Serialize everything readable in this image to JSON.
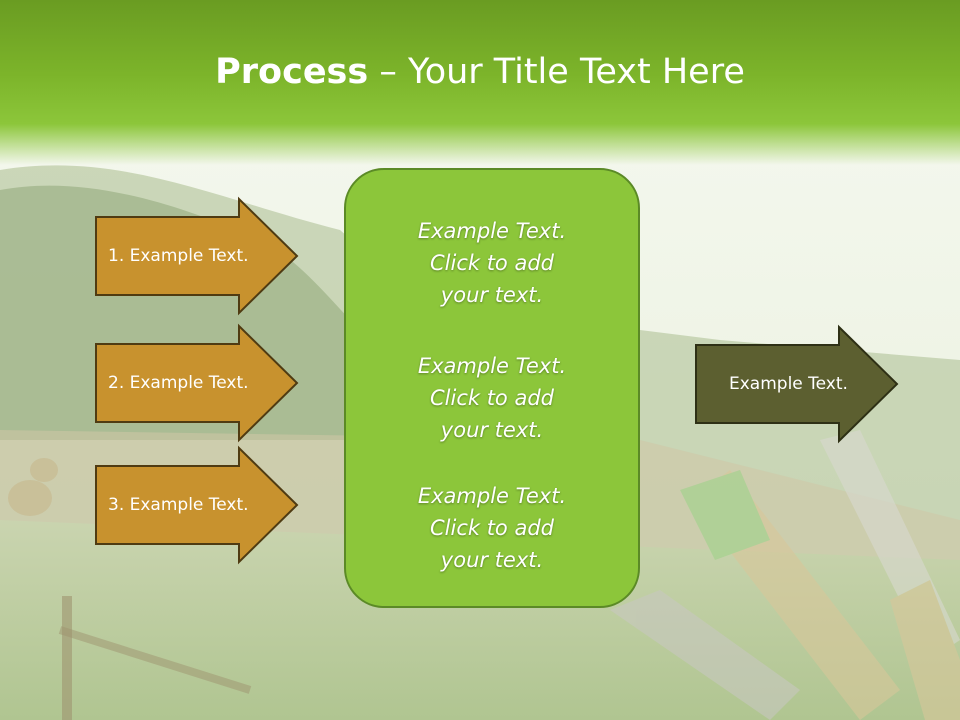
{
  "slide": {
    "title_bold": "Process",
    "title_rest": " – Your Title Text Here"
  },
  "left_arrows": [
    {
      "label": "1. Example Text."
    },
    {
      "label": "2. Example Text."
    },
    {
      "label": "3. Example Text."
    }
  ],
  "center_box": {
    "blocks": [
      {
        "line1": "Example Text.",
        "line2": "Click  to add",
        "line3": "your text."
      },
      {
        "line1": "Example Text.",
        "line2": "Click  to add",
        "line3": "your text."
      },
      {
        "line1": "Example Text.",
        "line2": "Click  to add",
        "line3": "your text."
      }
    ]
  },
  "right_arrow": {
    "label": "Example Text."
  },
  "colors": {
    "title_green": "#7cb42a",
    "left_arrow_fill": "#c8922e",
    "center_box_fill": "#8cc63a",
    "right_arrow_fill": "#5c5f30"
  }
}
